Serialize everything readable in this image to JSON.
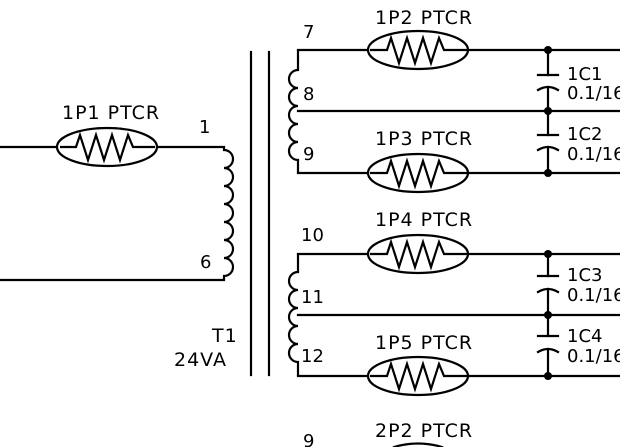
{
  "transformer": {
    "designator": "T1",
    "rating": "24VA",
    "pins": [
      "1",
      "6",
      "7",
      "8",
      "9",
      "10",
      "11",
      "12",
      "9"
    ]
  },
  "resistors": [
    {
      "id": "1P1",
      "label": "1P1 PTCR"
    },
    {
      "id": "1P2",
      "label": "1P2 PTCR"
    },
    {
      "id": "1P3",
      "label": "1P3 PTCR"
    },
    {
      "id": "1P4",
      "label": "1P4 PTCR"
    },
    {
      "id": "1P5",
      "label": "1P5 PTCR"
    },
    {
      "id": "2P2",
      "label": "2P2 PTCR"
    }
  ],
  "capacitors": [
    {
      "id": "1C1",
      "designator": "1C1",
      "value": "0.1/16"
    },
    {
      "id": "1C2",
      "designator": "1C2",
      "value": "0.1/16"
    },
    {
      "id": "1C3",
      "designator": "1C3",
      "value": "0.1/16"
    },
    {
      "id": "1C4",
      "designator": "1C4",
      "value": "0.1/16"
    }
  ]
}
